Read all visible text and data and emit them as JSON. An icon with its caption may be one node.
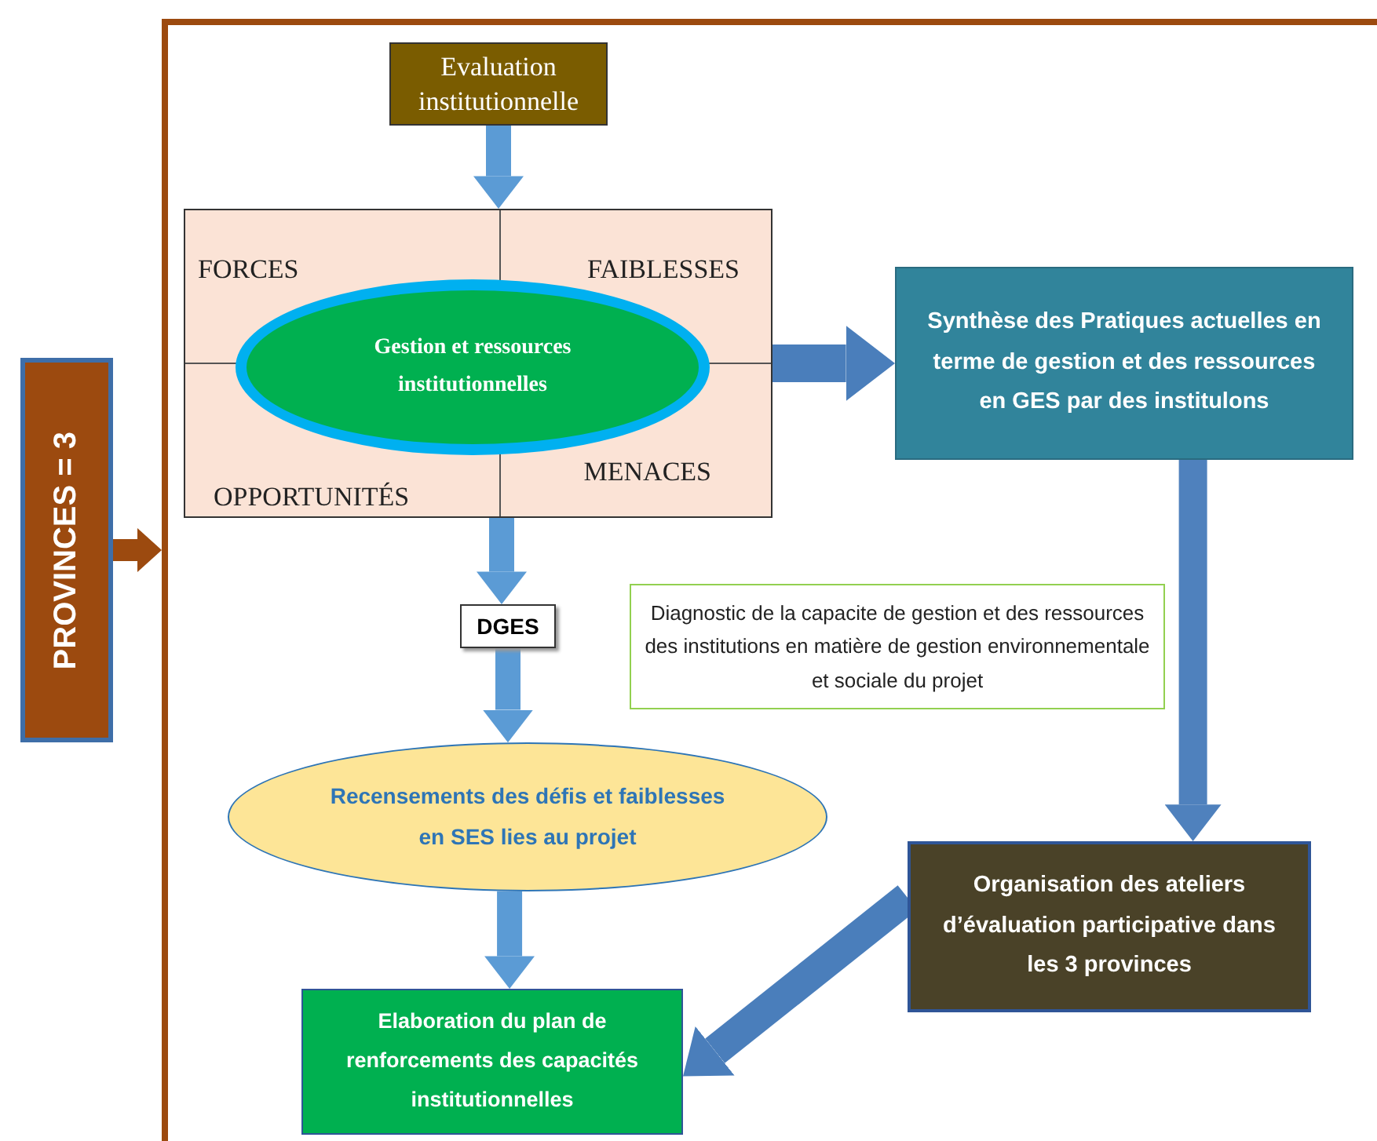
{
  "diagram": {
    "nodes": [
      {
        "text": [],
        "shape": "box"
      },
      {
        "text": [
          "PROVINCES = 3"
        ]
      },
      {
        "text": [
          "Evaluation institutionnelle"
        ],
        "in": 0
      },
      {
        "text": [
          "FORCES",
          "FAIBLESSES",
          "OPPORTUNITÉS",
          "MENACES"
        ],
        "in": 0
      },
      {
        "text": [
          "Gestion et ressources institutionnelles"
        ],
        "in": 3
      },
      {
        "text": [
          "Synthèse des Pratiques actuelles en terme de gestion et des ressources en GES par des institulons"
        ],
        "in": 0
      },
      {
        "text": [
          "DGES"
        ],
        "in": 0
      },
      {
        "text": [
          "Diagnostic de la capacite de gestion et des ressources des institutions en matière de gestion environnementale et sociale du projet"
        ],
        "in": 0
      },
      {
        "text": [
          "Recensements des défis et faiblesses en SES lies au projet"
        ],
        "in": 0
      },
      {
        "text": [
          "Organisation des ateliers d’évaluation participative dans les 3 provinces"
        ],
        "in": 0
      },
      {
        "text": [
          "Elaboration du plan de renforcements des capacités institutionnelles"
        ],
        "in": 0
      }
    ],
    "edges": [
      {
        "from": 1,
        "to": 0,
        "arrow": "to",
        "color": "#9c4a0f"
      },
      {
        "from": 2,
        "to": 3,
        "arrow": "to"
      },
      {
        "from": 3,
        "to": 6,
        "arrow": "to"
      },
      {
        "from": 6,
        "to": 8,
        "arrow": "to"
      },
      {
        "from": 8,
        "to": 10,
        "arrow": "to"
      },
      {
        "from": 3,
        "to": 5,
        "arrow": "to",
        "color": "#4a7ebb"
      },
      {
        "from": 5,
        "to": 9,
        "arrow": "to",
        "color": "#4f81bd"
      },
      {
        "from": 9,
        "to": 10,
        "arrow": "to",
        "color": "#4a7ebb"
      }
    ]
  }
}
